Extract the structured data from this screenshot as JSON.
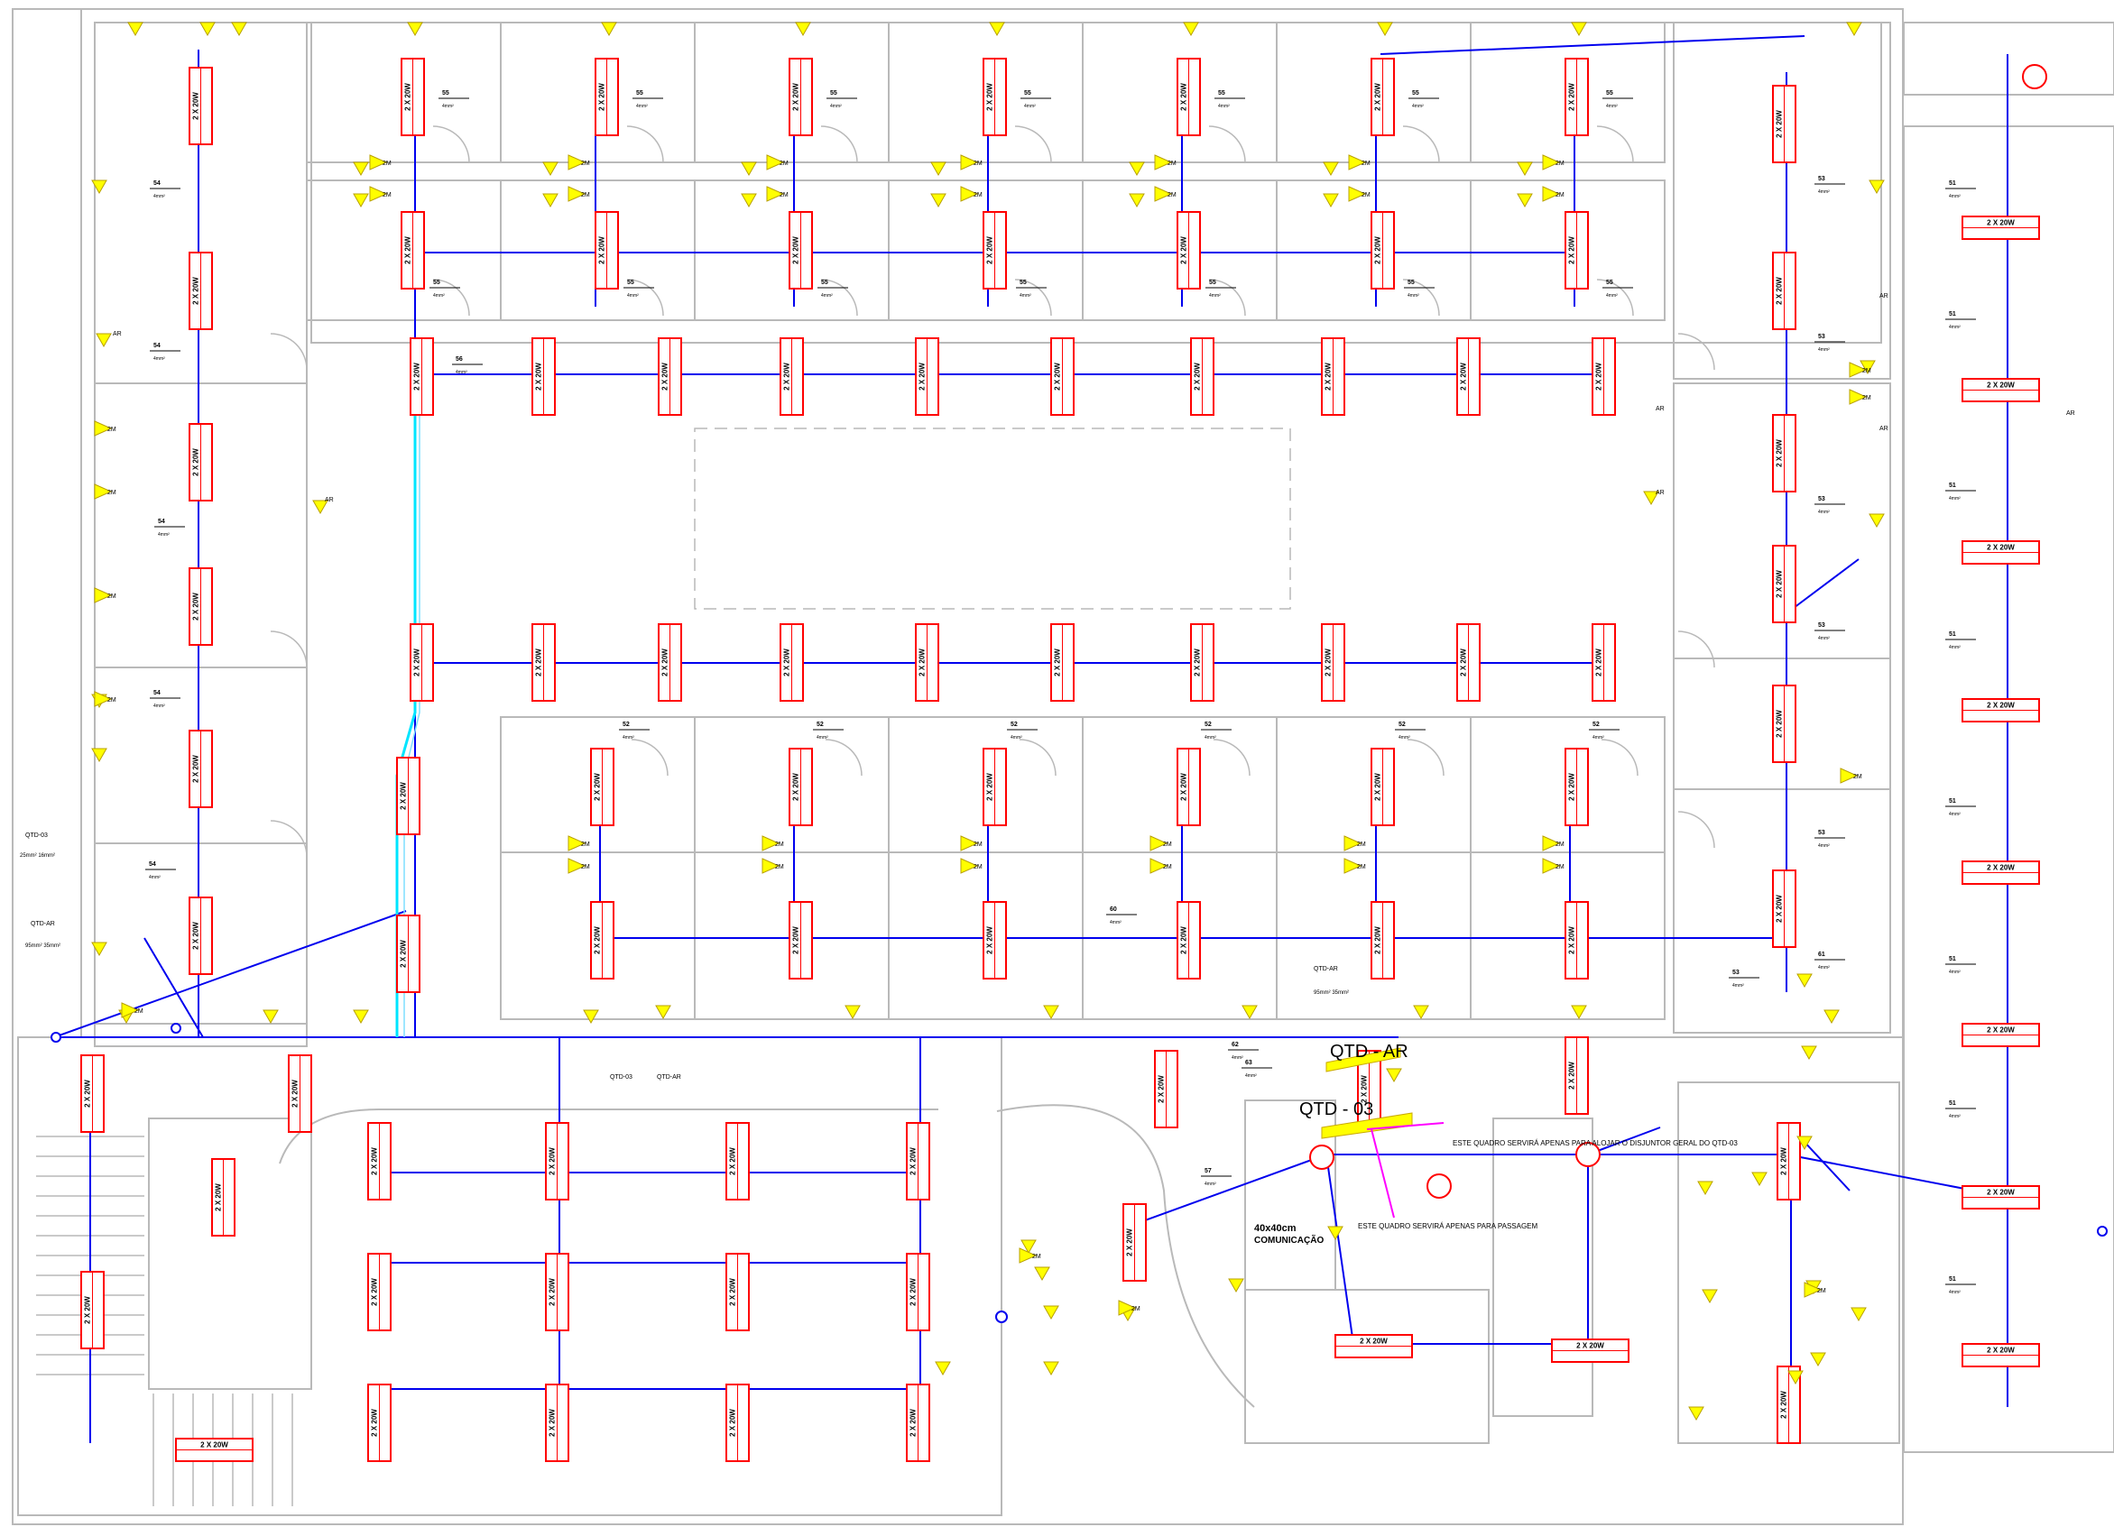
{
  "colors": {
    "wall": "#b9b9b9",
    "circuit": "#0000ee",
    "fixture": "#ff0000",
    "device": "#ffff00",
    "feeder": "#00e5ff",
    "note": "#ff00ff",
    "text": "#000000"
  },
  "fixture_label": "2 X 20W",
  "panels": {
    "qtd_ar": "QTD - AR",
    "qtd_03": "QTD - 03"
  },
  "comm_box": {
    "size": "40x40cm",
    "label": "COMUNICAÇÃO"
  },
  "notes": {
    "panel_note": "ESTE QUADRO SERVIRÁ APENAS PARA ALOJAR O DISJUNTOR GERAL DO QTD-03",
    "passage_note": "ESTE QUADRO SERVIRÁ APENAS PARA PASSAGEM"
  },
  "feeder_labels": {
    "qtd03": "QTD-03",
    "qtd03_spec": "25mm²  16mm²",
    "qtdar": "QTD-AR",
    "qtdar_spec": "95mm²  35mm²"
  },
  "circuit_tags": {
    "s3": "53",
    "s4": "54",
    "s5": "55",
    "s51": "51",
    "s52": "52",
    "s56": "56",
    "s57": "57",
    "s60": "60",
    "s61": "61",
    "s62": "62",
    "s63": "63"
  },
  "wire_gauge": "4mm²",
  "ar_label": "AR",
  "twoM_label": "2M"
}
